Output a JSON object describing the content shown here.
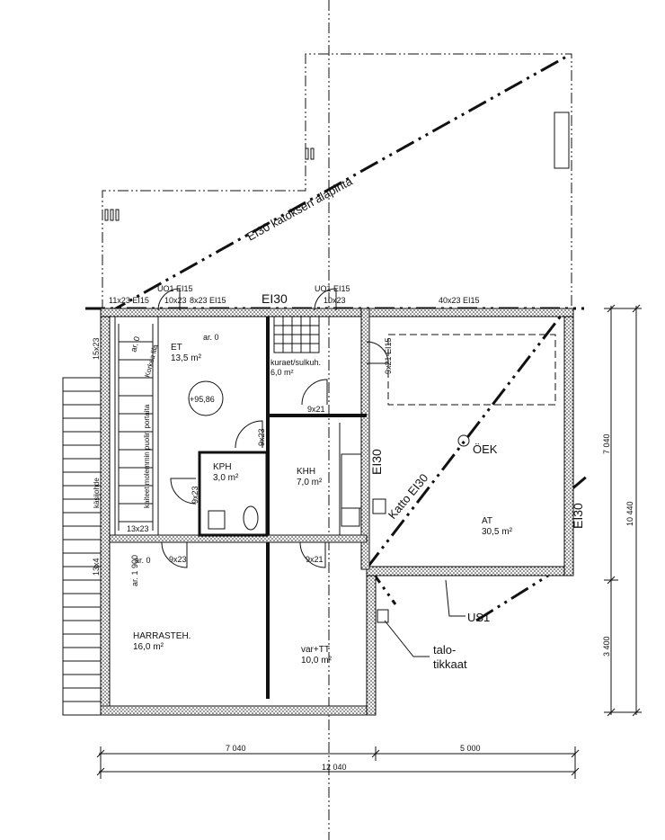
{
  "labels": {
    "katos": "EI30 katoksen alapinta",
    "ei30_top": "EI30",
    "ei30_mid": "EI30",
    "ei30_right": "EI30",
    "katto_ei30": "Katto EI30",
    "uo1_a": "UO1 EI15",
    "uo1_b": "UO1 EI15",
    "win_11x23": "11x23 EI15",
    "win_10x23": "10x23",
    "win_8x23": "8x23 EI15",
    "win_10x23b": "10x23",
    "win_40x23": "40x23 EI15",
    "win_15x23": "15x23",
    "door_9x21_ei15": "9x21 EI15",
    "door_9x21_a": "9x21",
    "door_9x23_a": "9x23",
    "door_9x23_b": "9x23",
    "door_9x23_c": "9x23",
    "door_9x21_b": "9x21",
    "win_13x23": "13x23",
    "win_13x4": "13x4",
    "ar0_a": "ar. 0",
    "ar0_b": "ar. 0",
    "ar1900": "ar. 1 900",
    "ar0_c": "ar. 0",
    "korkea": "Korkea lila",
    "kaiteet": "kaiteet molemmin puolin portaita",
    "kasijohde": "käsijohde",
    "elevation": "+95,86",
    "oek": "ÖEK",
    "us1": "US1",
    "talo": "talo-",
    "tikkaat": "tikkaat"
  },
  "rooms": {
    "et_name": "ET",
    "et_area": "13,5 m²",
    "kur_name": "kuraet/sulkuh.",
    "kur_area": "6,0 m²",
    "kph_name": "KPH",
    "kph_area": "3,0 m²",
    "khh_name": "KHH",
    "khh_area": "7,0 m²",
    "at_name": "AT",
    "at_area": "30,5 m²",
    "harr_name": "HARRASTEH.",
    "harr_area": "16,0 m²",
    "var_name": "var+TT",
    "var_area": "10,0 m²"
  },
  "dimensions": {
    "h_7040": "7 040",
    "h_5000": "5 000",
    "h_12040": "12 040",
    "v_7040": "7 040",
    "v_10440": "10 440",
    "v_3400": "3 400"
  }
}
